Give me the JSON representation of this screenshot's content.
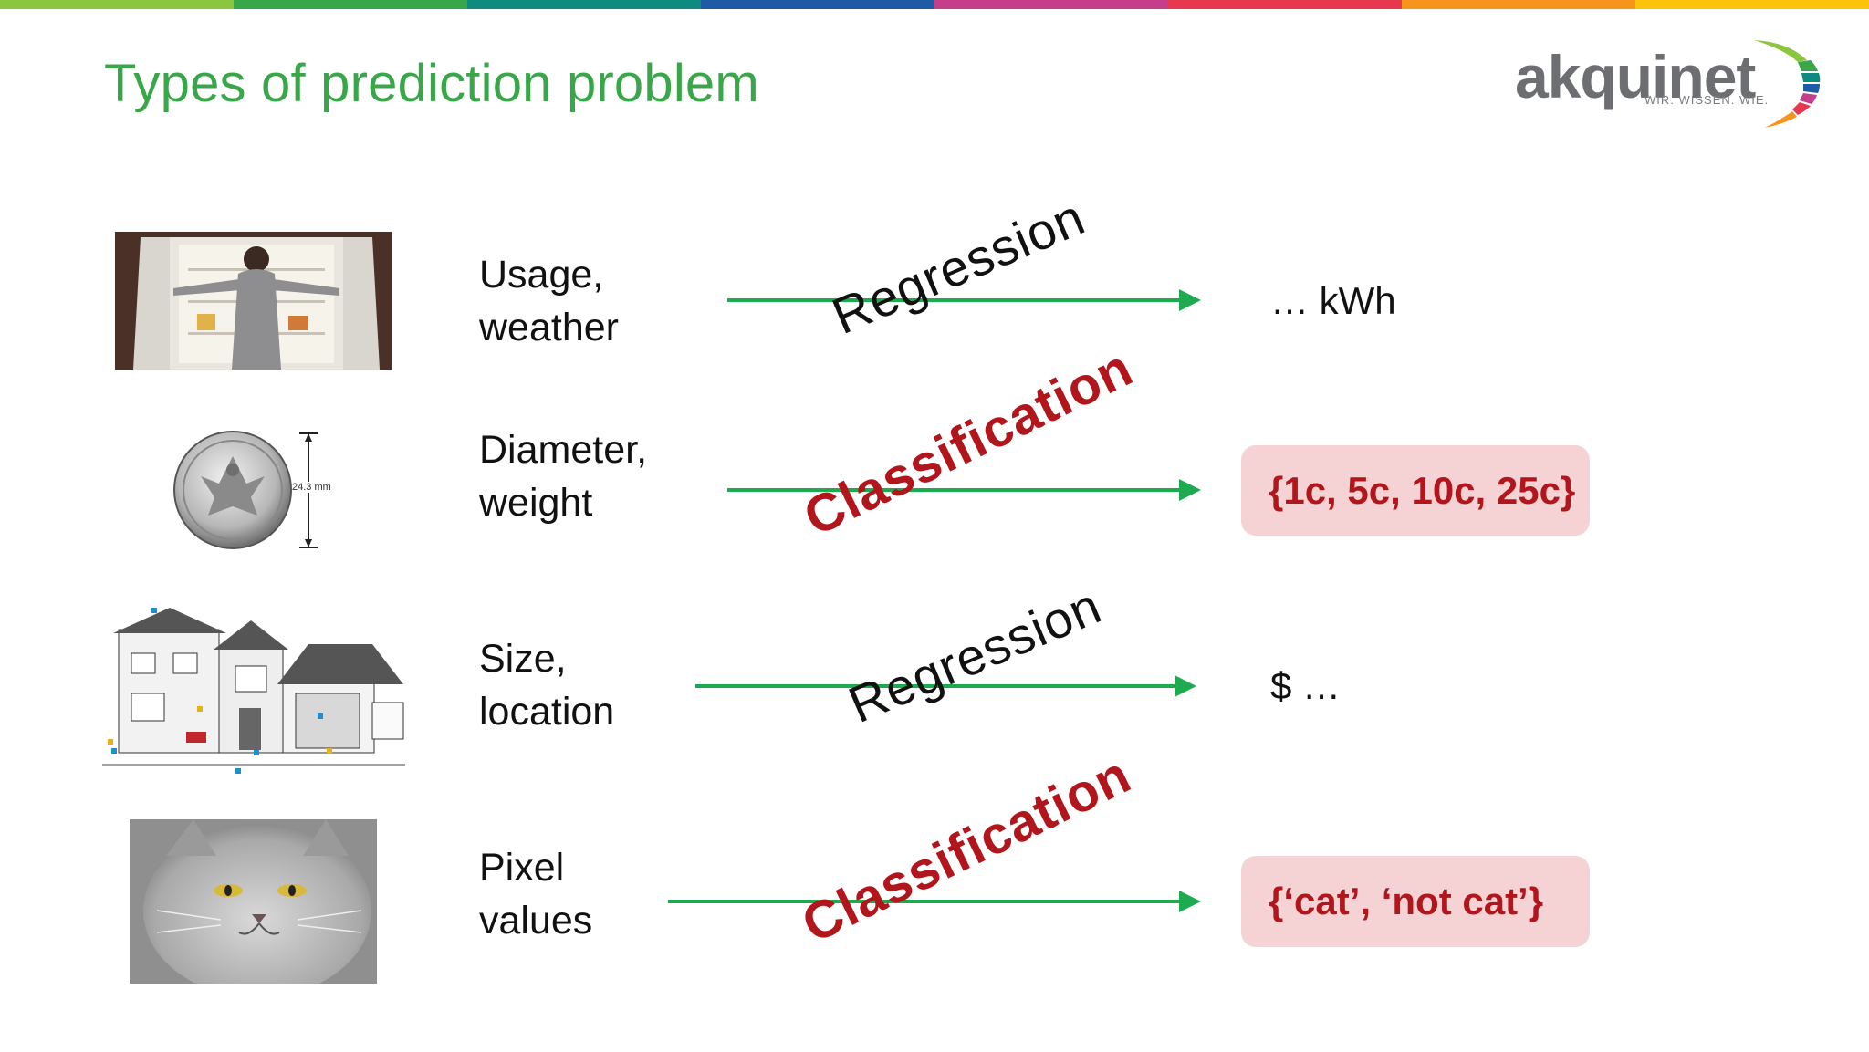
{
  "colors": {
    "title": "#3aa64a",
    "arrow": "#1eaa4e",
    "classification": "#b0161b",
    "output_box_bg": "#f5d3d5",
    "top_bar": [
      "#8cc63f",
      "#3aa64a",
      "#0f8a7e",
      "#1f5aa6",
      "#c43e8c",
      "#e8384f",
      "#f7941d",
      "#fcc30b"
    ]
  },
  "slide": {
    "title": "Types of prediction problem",
    "logo": {
      "word": "akquinet",
      "tagline": "WIR. WISSEN. WIE."
    }
  },
  "rows": [
    {
      "image_icon": "fridge-photo-icon",
      "inputs": [
        "Usage,",
        "weather"
      ],
      "method": "Regression",
      "output": "… kWh",
      "output_boxed": false
    },
    {
      "image_icon": "coin-photo-icon",
      "image_caption": "24.3 mm",
      "inputs": [
        "Diameter,",
        "weight"
      ],
      "method": "Classification",
      "output": "{1c, 5c, 10c, 25c}",
      "output_boxed": true
    },
    {
      "image_icon": "house-diagram-icon",
      "inputs": [
        "Size,",
        "location"
      ],
      "method": "Regression",
      "output": "$ …",
      "output_boxed": false
    },
    {
      "image_icon": "cat-photo-icon",
      "inputs": [
        "Pixel",
        "values"
      ],
      "method": "Classification",
      "output": "{‘cat’, ‘not cat’}",
      "output_boxed": true
    }
  ]
}
